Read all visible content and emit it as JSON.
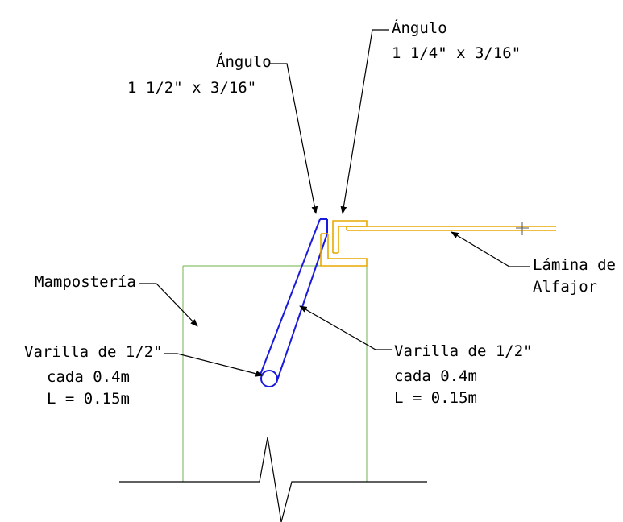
{
  "colors": {
    "background": "#ffffff",
    "annotation": "#000000",
    "masonry": "#8ac06a",
    "rebar": "#1a1adc",
    "steel": "#e8a800"
  },
  "labels": {
    "angle_top": {
      "title": "Ángulo",
      "size": "1 1/4\" x 3/16\""
    },
    "angle_left": {
      "title": "Ángulo",
      "size": "1 1/2\" x 3/16\""
    },
    "sheet": {
      "line1": "Lámina de",
      "line2": "Alfajor"
    },
    "masonry": "Mampostería",
    "rebar_left": {
      "line1": "Varilla de 1/2\"",
      "line2": "cada 0.4m",
      "line3": "L = 0.15m"
    },
    "rebar_right": {
      "line1": "Varilla de 1/2\"",
      "line2": "cada 0.4m",
      "line3": "L = 0.15m"
    }
  }
}
